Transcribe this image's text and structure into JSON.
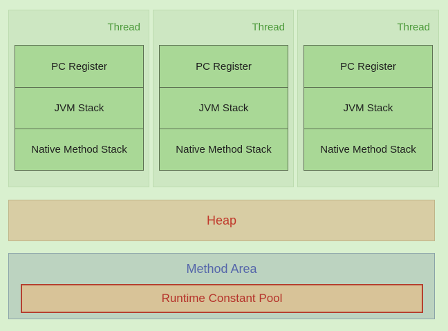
{
  "threads": [
    {
      "label": "Thread",
      "cells": [
        "PC Register",
        "JVM Stack",
        "Native Method Stack"
      ]
    },
    {
      "label": "Thread",
      "cells": [
        "PC Register",
        "JVM Stack",
        "Native Method Stack"
      ]
    },
    {
      "label": "Thread",
      "cells": [
        "PC Register",
        "JVM Stack",
        "Native Method Stack"
      ]
    }
  ],
  "heap": {
    "label": "Heap"
  },
  "method_area": {
    "label": "Method Area",
    "pool_label": "Runtime Constant Pool"
  },
  "colors": {
    "background": "#d9f0cf",
    "thread_panel": "#cde7c2",
    "thread_label": "#4c9a3a",
    "cell": "#a9d896",
    "heap": "#d8cda4",
    "heap_text": "#c0392b",
    "method_area": "#bcd3c0",
    "method_text": "#5566aa",
    "pool": "#d8c398",
    "pool_border": "#b54030"
  }
}
